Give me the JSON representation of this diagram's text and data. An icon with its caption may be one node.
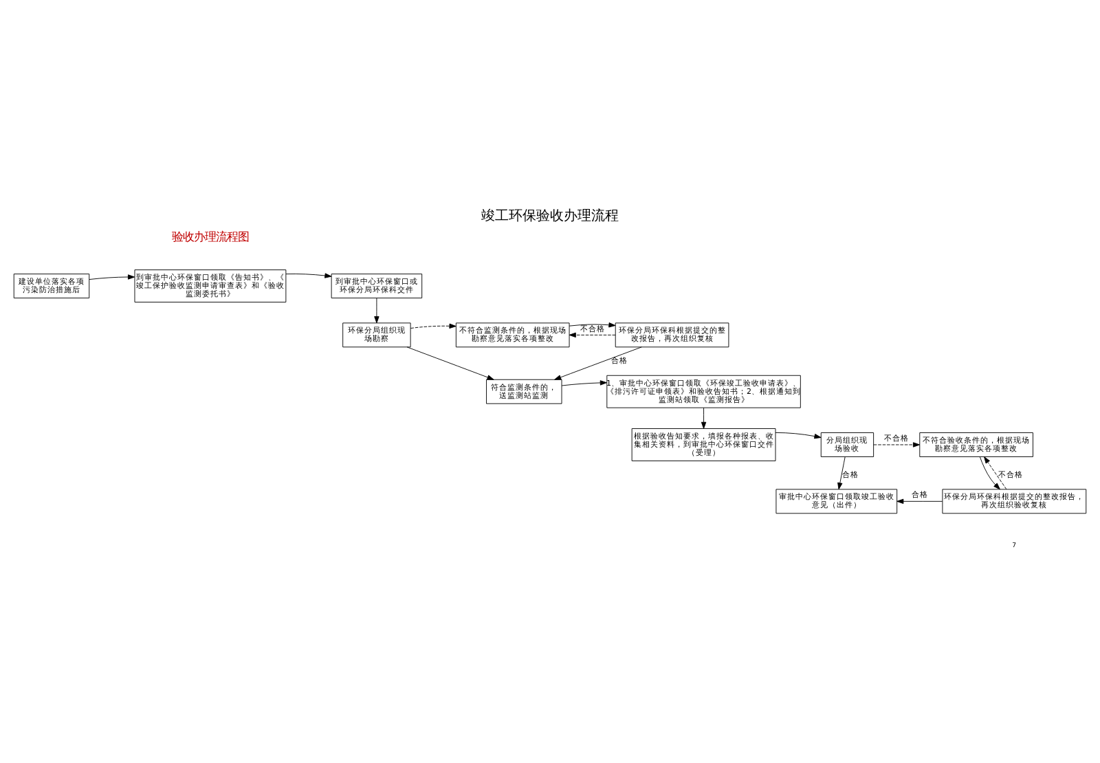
{
  "diagram": {
    "title": "竣工环保验收办理流程",
    "nodes": [
      {
        "text": [
          "建设单位落实各项污染防治措施后"
        ]
      },
      {
        "text": [
          "到审批中心环保窗口领取《告知书》、《竣工保护验收监测申请审查表》和《验收监测委托书》"
        ]
      },
      {
        "text": [
          "到审批中心环保窗口或环保分局环保科交件"
        ]
      },
      {
        "text": [
          "环保分局环保科根据提交的整改报告，再次组织复核"
        ]
      },
      {
        "text": [
          "不符合监测条件的，根据现场勘察意见落实各项整改"
        ]
      },
      {
        "text": [
          "环保分局组织现场勘察"
        ]
      },
      {
        "text": [
          "1、审批中心环保窗口领取《环保竣工验收申请表》、《排污许可证申领表》和验收告知书；2、根据通知到监测站领取《监测报告》"
        ]
      },
      {
        "text": [
          "符合监测条件的，送监测站监测"
        ]
      },
      {
        "text": [
          "根据验收告知要求，填报各种报表、收集相关资料，到审批中心环保窗口交件（受理）"
        ]
      },
      {
        "text": [
          "分局组织现场验收"
        ]
      },
      {
        "text": [
          "不符合验收条件的，根据现场勘察意见落实各项整改"
        ]
      },
      {
        "text": [
          "审批中心环保窗口领取竣工验收意见（出件）"
        ]
      },
      {
        "text": [
          "环保分局环保科根据提交的整改报告，再次组织验收复核"
        ]
      }
    ],
    "edges": [
      {
        "from": 0,
        "to": 1,
        "arrow": "to"
      },
      {
        "from": 1,
        "to": 2,
        "arrow": "to"
      },
      {
        "from": 2,
        "to": 5,
        "arrow": "to"
      },
      {
        "from": 5,
        "to": 4,
        "arrow": "to",
        "style": "dashed"
      },
      {
        "from": 4,
        "to": 3,
        "arrow": "to"
      },
      {
        "from": 3,
        "to": 4,
        "arrow": "to",
        "style": "dashed",
        "label": "不合格"
      },
      {
        "from": 3,
        "to": 7,
        "arrow": "to",
        "label": "合格"
      },
      {
        "from": 5,
        "to": 7,
        "arrow": "to"
      },
      {
        "from": 7,
        "to": 6,
        "arrow": "to"
      },
      {
        "from": 6,
        "to": 8,
        "arrow": "to"
      },
      {
        "from": 8,
        "to": 9,
        "arrow": "to"
      },
      {
        "from": 9,
        "to": 10,
        "arrow": "to",
        "style": "dashed",
        "label": "不合格"
      },
      {
        "from": 9,
        "to": 11,
        "arrow": "to",
        "label": "合格"
      },
      {
        "from": 10,
        "to": 12,
        "arrow": "to"
      },
      {
        "from": 12,
        "to": 10,
        "arrow": "to",
        "style": "dashed",
        "label": "不合格"
      },
      {
        "from": 12,
        "to": 11,
        "arrow": "to",
        "label": "合格"
      }
    ],
    "labels": [
      "验收办理流程图",
      "7"
    ]
  }
}
